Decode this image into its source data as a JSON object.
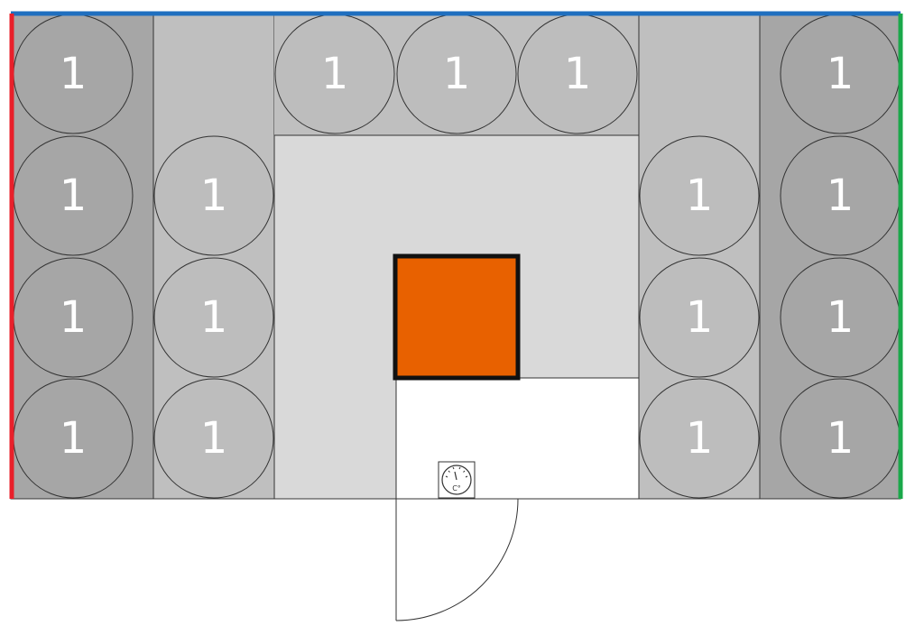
{
  "diagram": {
    "item_label": "1",
    "colors": {
      "wall_top": "#1f6fbf",
      "wall_left": "#e8202a",
      "wall_right": "#1aa84a",
      "outer_zone": "#a6a6a6",
      "inner_zone": "#bfbfbf",
      "center_zone": "#d9d9d9",
      "round_item": "#bdbdbd",
      "round_item_dark": "#a6a6a6",
      "center_block": "#e86100",
      "door_area": "#ffffff",
      "outline": "#333333"
    },
    "items": [
      {
        "zone": "left-outer"
      },
      {
        "zone": "left-outer"
      },
      {
        "zone": "left-outer"
      },
      {
        "zone": "left-outer"
      },
      {
        "zone": "left-inner"
      },
      {
        "zone": "left-inner"
      },
      {
        "zone": "left-inner"
      },
      {
        "zone": "top-center"
      },
      {
        "zone": "top-center"
      },
      {
        "zone": "top-center"
      },
      {
        "zone": "right-inner"
      },
      {
        "zone": "right-inner"
      },
      {
        "zone": "right-inner"
      },
      {
        "zone": "right-outer"
      },
      {
        "zone": "right-outer"
      },
      {
        "zone": "right-outer"
      },
      {
        "zone": "right-outer"
      }
    ],
    "thermometer_icon": "thermometer-icon",
    "thermometer_text": "C°",
    "door_icon": "door-swing-icon"
  }
}
